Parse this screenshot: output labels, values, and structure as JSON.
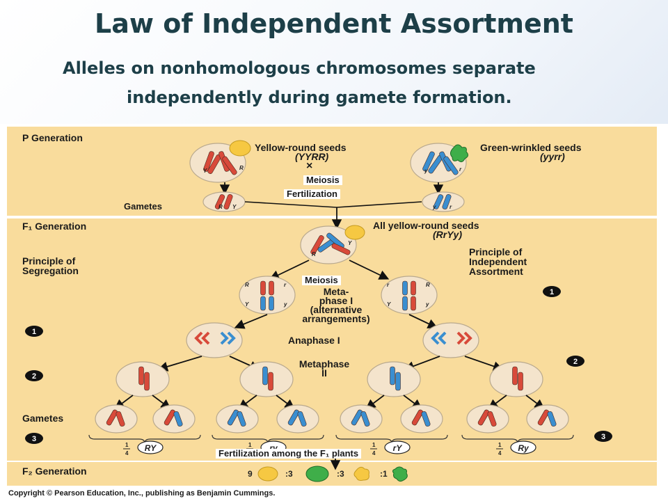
{
  "slide": {
    "title": "Law of Independent Assortment",
    "subtitle_line1": "Alleles  on nonhomologous chromosomes separate",
    "subtitle_line2": "independently during gamete formation."
  },
  "diagram": {
    "p_generation": {
      "heading": "P Generation",
      "parent1": "Yellow-round seeds",
      "parent1_genotype": "(YYRR)",
      "parent2": "Green-wrinkled seeds",
      "parent2_genotype": "(yyrr)",
      "cross": "×",
      "meiosis": "Meiosis",
      "fertilization": "Fertilization",
      "gametes": "Gametes"
    },
    "f1_generation": {
      "heading": "F₁ Generation",
      "all_seeds": "All yellow-round seeds",
      "genotype": "(RrYy)",
      "segregation_line1": "Principle of",
      "segregation_line2": "Segregation",
      "independent_line1": "Principle of",
      "independent_line2": "Independent",
      "independent_line3": "Assortment",
      "meiosis": "Meiosis",
      "metaphase1_line1": "Meta-",
      "metaphase1_line2": "phase I",
      "metaphase1_line3": "(alternative",
      "metaphase1_line4": "arrangements)",
      "anaphase1": "Anaphase I",
      "metaphase2_line1": "Metaphase",
      "metaphase2_line2": "II",
      "gametes": "Gametes",
      "gamete_fraction": "1/4",
      "gamete_types": [
        "RY",
        "ry",
        "rY",
        "Ry"
      ],
      "fertilization_among": "Fertilization among the F₁ plants"
    },
    "f2_generation": {
      "heading": "F₂ Generation",
      "ratio": [
        "9",
        ":3",
        ":3",
        ":1"
      ]
    },
    "steps": [
      "1",
      "2",
      "3"
    ],
    "allele_labels": [
      "Y",
      "y",
      "R",
      "r"
    ]
  },
  "copyright": "Copyright © Pearson Education, Inc., publishing as Benjamin Cummings.",
  "colors": {
    "panel": "#f9dc9c",
    "red_chromosome": "#d84a3a",
    "blue_chromosome": "#3a8ed0",
    "yellow_seed": "#f6c842",
    "green_seed": "#3fae49",
    "title": "#1d3f48"
  }
}
